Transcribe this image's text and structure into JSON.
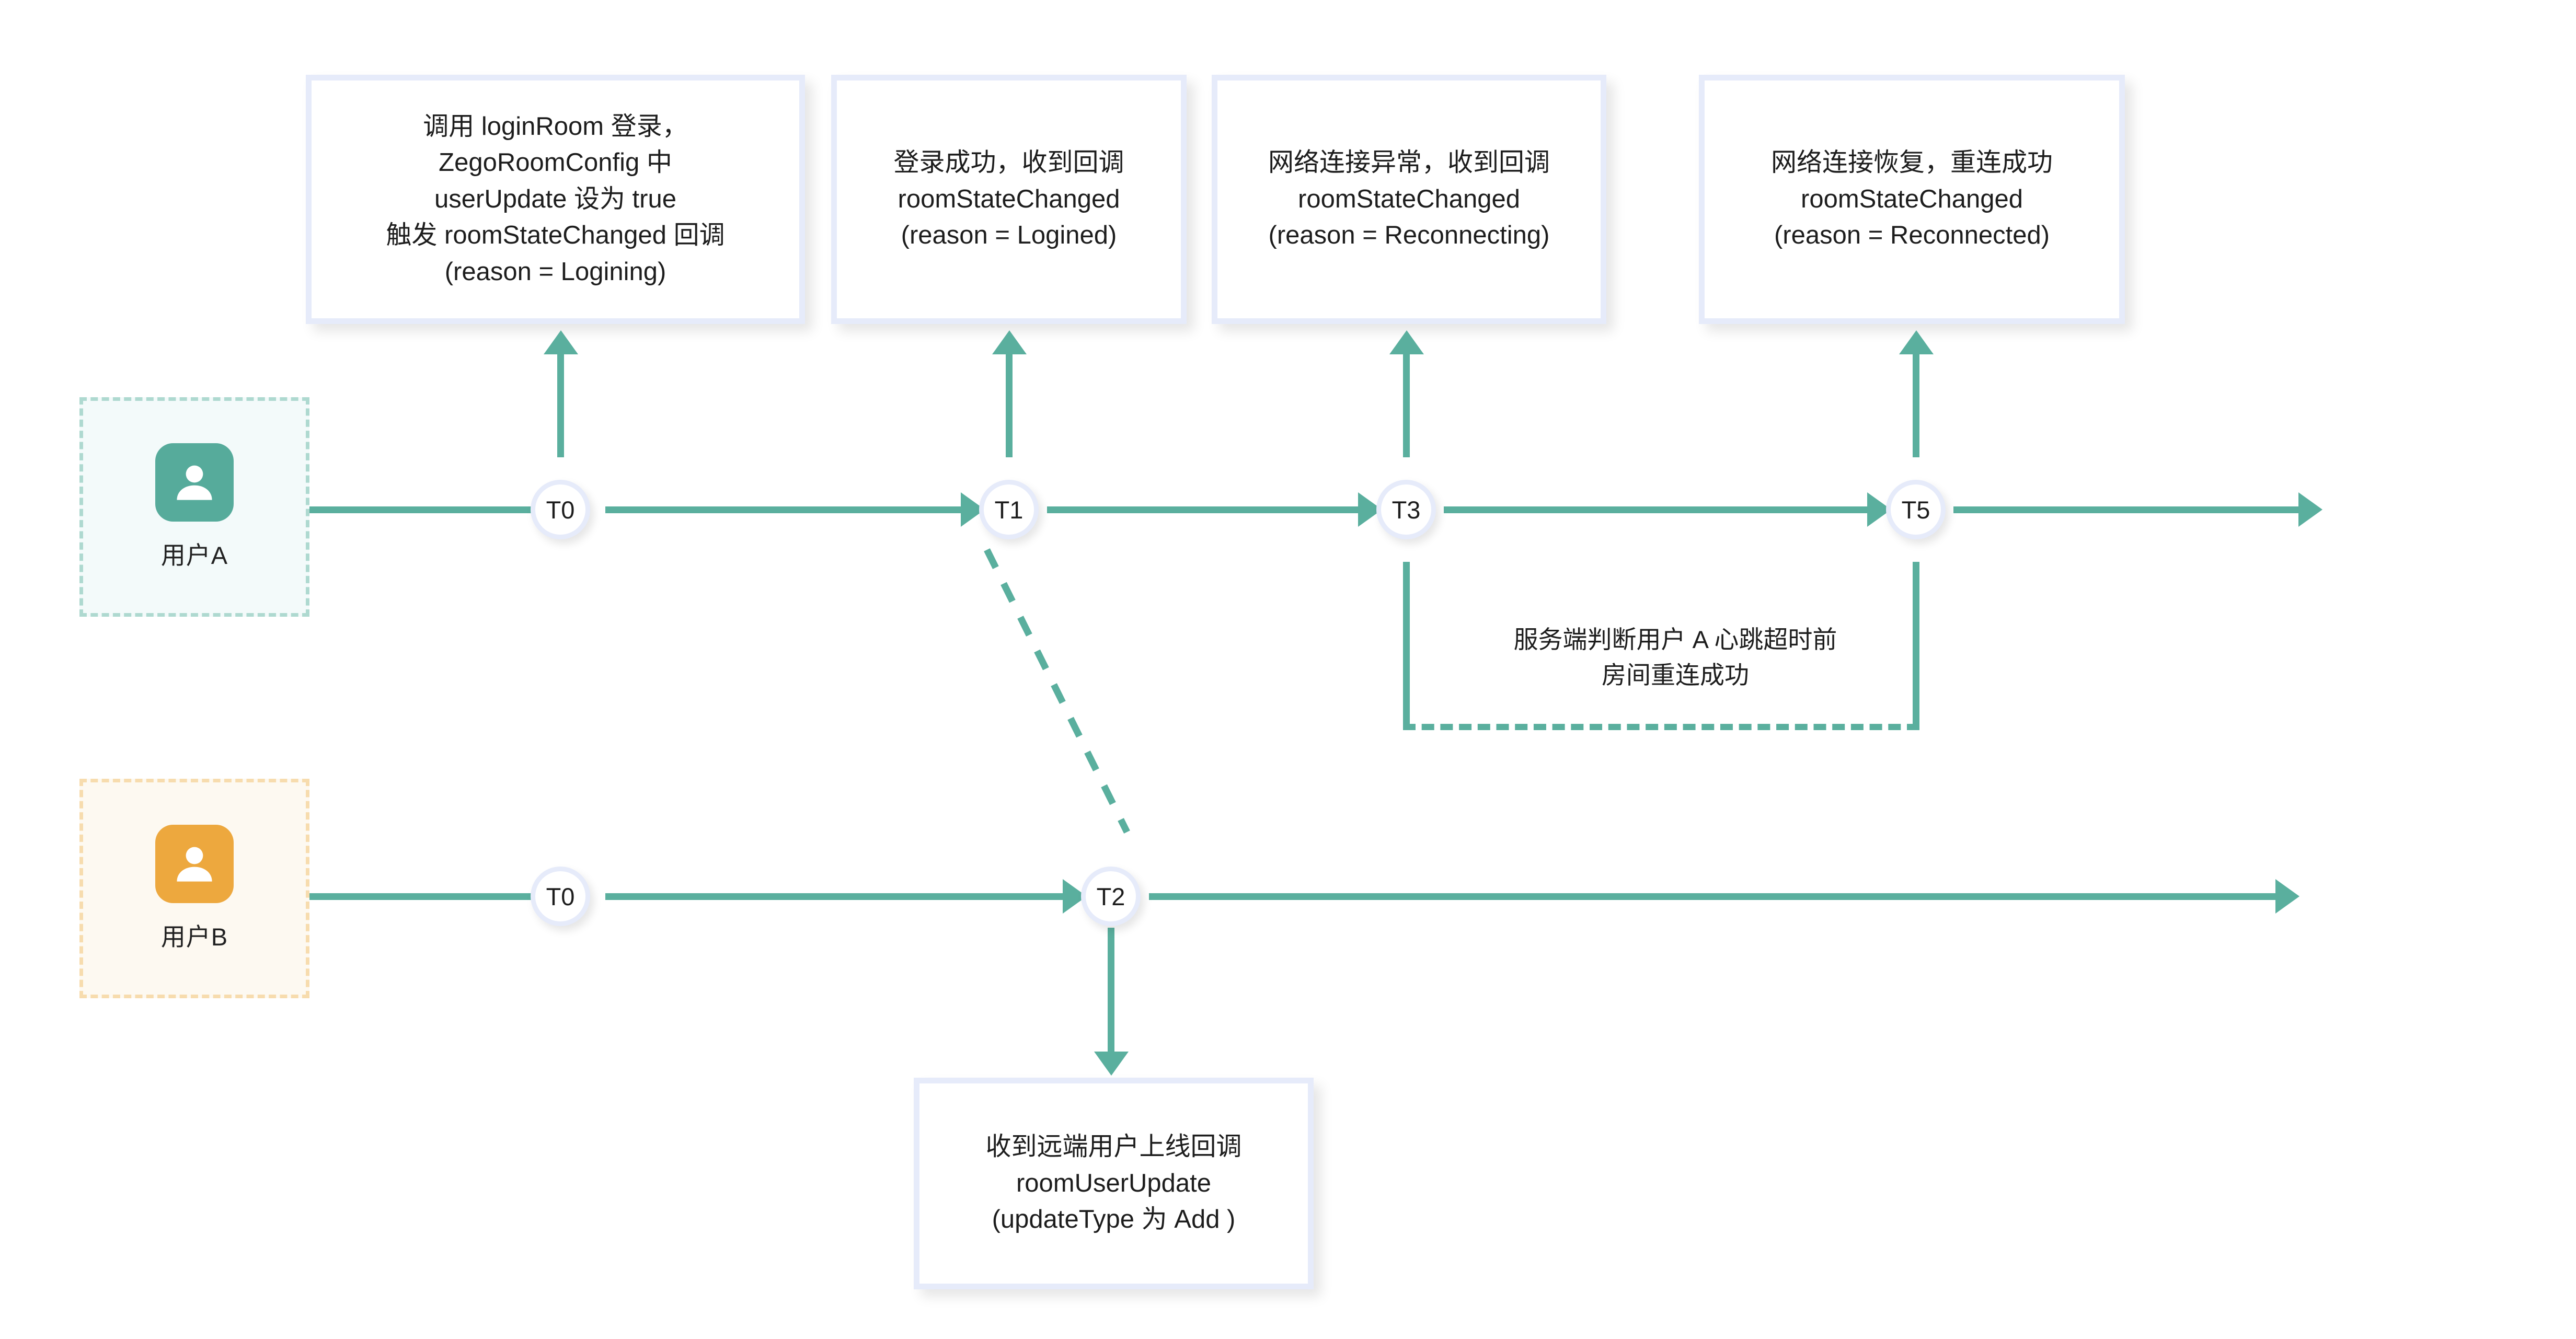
{
  "diagram": {
    "title": "ZEGO room login / reconnect timeline",
    "colors": {
      "accent_teal": "#5aaf9e",
      "avatar_teal": "#56ab9b",
      "avatar_amber": "#eda83e",
      "note_border": "#e6ebfa",
      "actor_teal_fill": "#f3fafa",
      "actor_amber_fill": "#fdf9f1"
    },
    "notes": [
      {
        "id": "note-logining",
        "text": "调用 loginRoom 登录，\nZegoRoomConfig 中\nuserUpdate 设为 true\n触发 roomStateChanged 回调\n(reason = Logining)"
      },
      {
        "id": "note-logined",
        "text": "登录成功，收到回调\nroomStateChanged\n(reason = Logined)"
      },
      {
        "id": "note-reconnecting",
        "text": "网络连接异常，收到回调\nroomStateChanged\n(reason = Reconnecting)"
      },
      {
        "id": "note-reconnected",
        "text": "网络连接恢复，重连成功\nroomStateChanged\n(reason = Reconnected)"
      },
      {
        "id": "note-room-user-update",
        "text": "收到远端用户上线回调\nroomUserUpdate\n(updateType 为 Add )"
      }
    ],
    "bracket_note": {
      "id": "note-heartbeat",
      "text": "服务端判断用户 A 心跳超时前\n房间重连成功"
    },
    "actors": [
      {
        "id": "actor-a",
        "label": "用户A",
        "icon": "user-icon",
        "theme": "teal"
      },
      {
        "id": "actor-b",
        "label": "用户B",
        "icon": "user-icon",
        "theme": "amber"
      }
    ],
    "timelines": [
      {
        "id": "timeline-a",
        "actor": "用户A",
        "nodes": [
          "T0",
          "T1",
          "T3",
          "T5"
        ]
      },
      {
        "id": "timeline-b",
        "actor": "用户B",
        "nodes": [
          "T0",
          "T2"
        ]
      }
    ]
  }
}
